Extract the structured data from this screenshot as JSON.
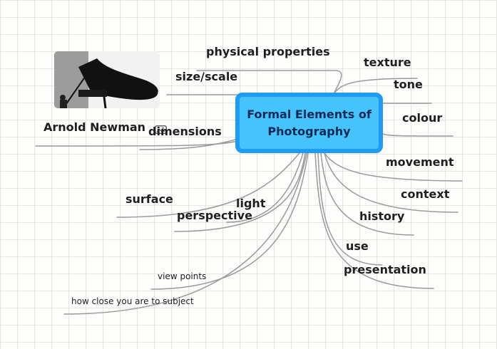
{
  "central_topic": "Formal Elements of Photography",
  "image_caption": "Arnold Newman",
  "image_subject": "black-and-white photograph of a grand piano",
  "branches": {
    "physical_properties": "physical properties",
    "size_scale": "size/scale",
    "dimensions": "dimensions",
    "surface": "surface",
    "light": "light",
    "perspective": "perspective",
    "view_points": "view points",
    "how_close": "how close you are to subject",
    "texture": "texture",
    "tone": "tone",
    "colour": "colour",
    "movement": "movement",
    "context": "context",
    "history": "history",
    "use": "use",
    "presentation": "presentation"
  },
  "colors": {
    "central_fill": "#45c3fb",
    "central_border": "#1f9bf4",
    "central_text": "#0c2a55",
    "connector": "#9a9a9a"
  }
}
